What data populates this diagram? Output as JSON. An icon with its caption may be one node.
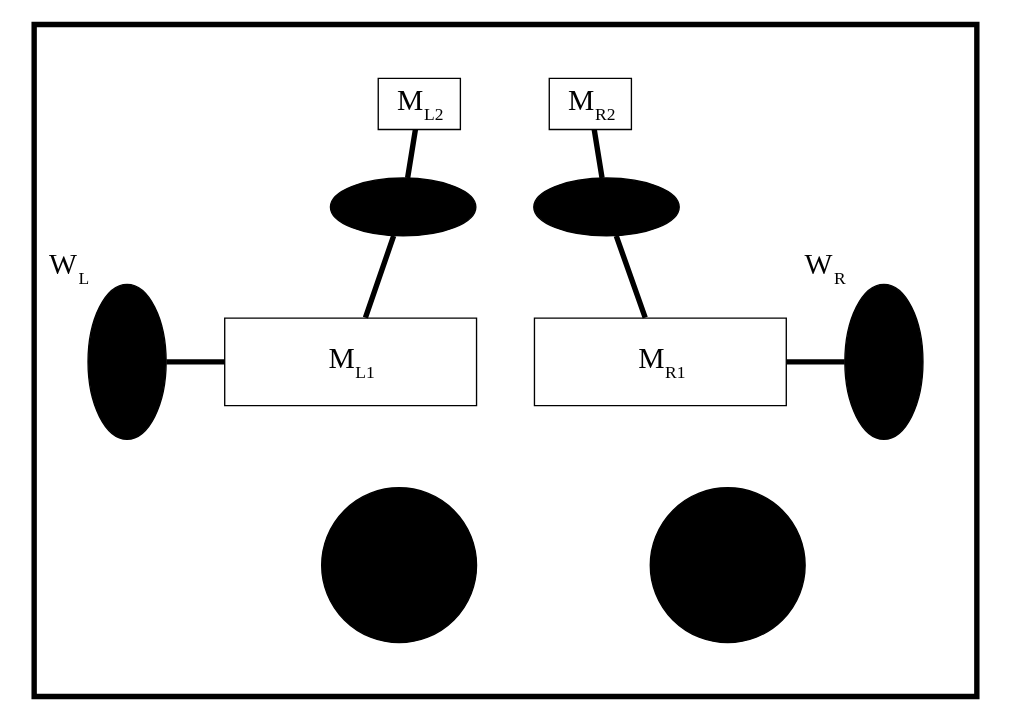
{
  "diagram": {
    "nodes": [
      {
        "text": [],
        "shape": "box"
      },
      {
        "text": [
          "M$_{L2}$"
        ],
        "in": 0
      },
      {
        "text": [
          "M$_{R2}$"
        ],
        "in": 0
      },
      {
        "text": [],
        "shape": "ellipse",
        "in": 0
      },
      {
        "text": [],
        "shape": "ellipse",
        "in": 0
      },
      {
        "text": [
          "W$_{L}$"
        ],
        "in": 0
      },
      {
        "text": [
          "M$_{L1}$"
        ],
        "in": 0
      },
      {
        "text": [
          "M$_{R1}$"
        ],
        "in": 0
      },
      {
        "text": [
          "W$_{R}$"
        ],
        "in": 0
      },
      {
        "text": [],
        "shape": "circle",
        "in": 0
      },
      {
        "text": [],
        "shape": "circle",
        "in": 0
      }
    ],
    "edges": [
      {
        "from": 1,
        "to": 3,
        "arrow": "none"
      },
      {
        "from": 3,
        "to": 6,
        "arrow": "none"
      },
      {
        "from": 5,
        "to": 6,
        "arrow": "none"
      },
      {
        "from": 2,
        "to": 4,
        "arrow": "none"
      },
      {
        "from": 4,
        "to": 7,
        "arrow": "none"
      },
      {
        "from": 7,
        "to": 8,
        "arrow": "none"
      }
    ]
  }
}
